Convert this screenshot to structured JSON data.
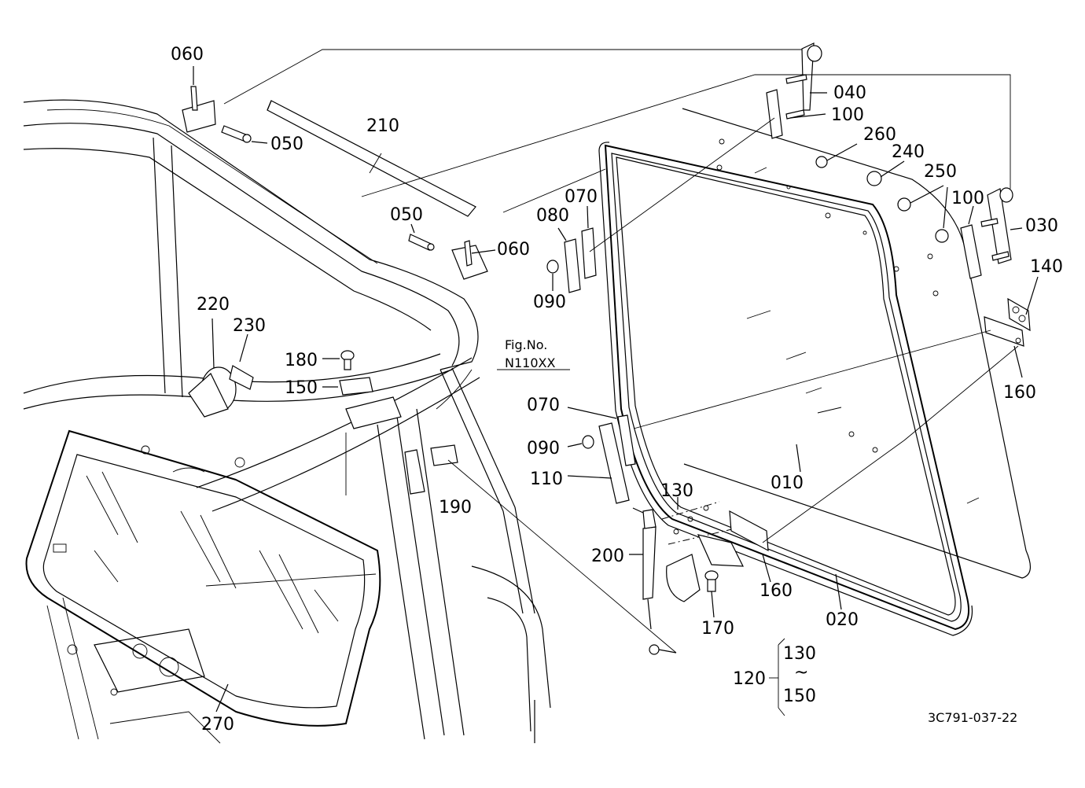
{
  "labels": {
    "p010": "010",
    "p020": "020",
    "p030": "030",
    "p040": "040",
    "p050a": "050",
    "p050b": "050",
    "p060a": "060",
    "p060b": "060",
    "p070a": "070",
    "p070b": "070",
    "p080": "080",
    "p090a": "090",
    "p090b": "090",
    "p100a": "100",
    "p100b": "100",
    "p110": "110",
    "p120": "120",
    "p130a": "130",
    "p130b": "130",
    "p140": "140",
    "p150a": "150",
    "p150b": "150",
    "p160a": "160",
    "p160b": "160",
    "p170": "170",
    "p180": "180",
    "p190": "190",
    "p200": "200",
    "p210": "210",
    "p220": "220",
    "p230": "230",
    "p240": "240",
    "p250": "250",
    "p260": "260",
    "p270": "270"
  },
  "fig_ref": {
    "line1": "Fig.No.",
    "line2": "N110XX"
  },
  "range_sep": "~",
  "drawing_code": "3C791-037-22"
}
